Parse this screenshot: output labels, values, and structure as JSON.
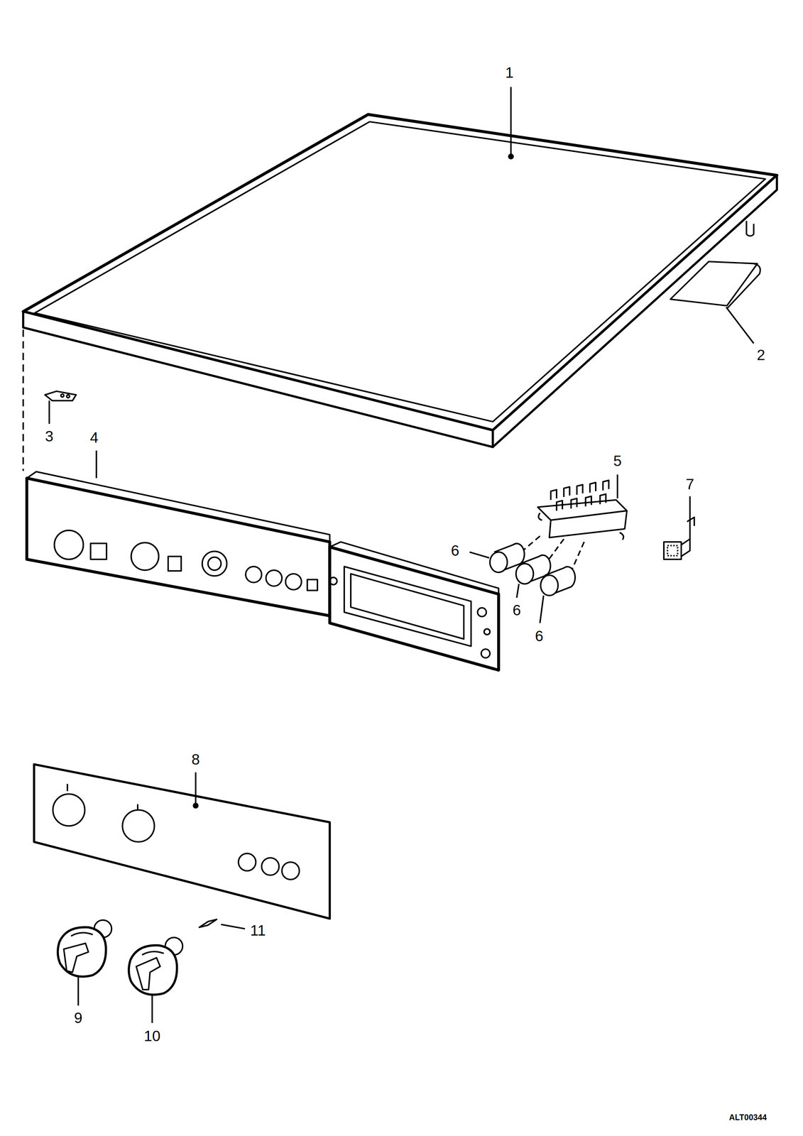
{
  "diagram": {
    "labels": [
      "1",
      "2",
      "3",
      "4",
      "5",
      "6",
      "6",
      "6",
      "7",
      "8",
      "9",
      "10",
      "11",
      "ALT00344"
    ]
  }
}
